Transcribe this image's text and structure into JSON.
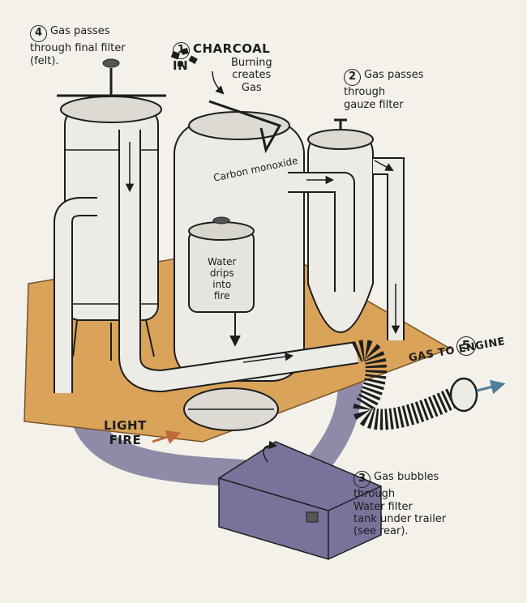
{
  "steps": [
    {
      "num": "1",
      "title": "CHARCOAL\nIN",
      "sub": "Burning\ncreates\nGas"
    },
    {
      "num": "2",
      "text": "Gas passes\nthrough\ngauze filter"
    },
    {
      "num": "3",
      "text": "Gas bubbles\nthrough\nWater filter\ntank under trailer\n(see rear)."
    },
    {
      "num": "4",
      "text": "Gas passes\nthrough final filter\n(felt)."
    },
    {
      "num": "5",
      "text": "GAS TO ENGINE"
    }
  ],
  "labels": {
    "carbon_monoxide": "Carbon monoxide",
    "water_drips": "Water\ndrips\ninto\nfire",
    "light_fire": "LIGHT\nFIRE"
  },
  "colors": {
    "board": "#d9a35a",
    "tank": "#ecebe6",
    "ink": "#1d1d1d",
    "tray": "#8e8aa8",
    "fire_arrow": "#c0683a",
    "engine_arrow": "#4f7f9a"
  }
}
